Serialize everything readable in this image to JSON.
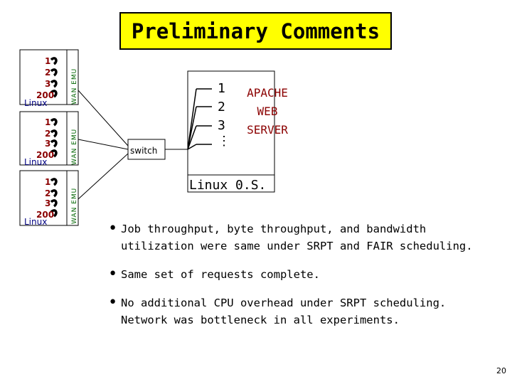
{
  "title": "Preliminary Comments",
  "clients": [
    {
      "nums": [
        "1",
        "2",
        "3",
        "200"
      ],
      "os": "Linux",
      "wan": "WAN EMU"
    },
    {
      "nums": [
        "1",
        "2",
        "3",
        "200"
      ],
      "os": "Linux",
      "wan": "WAN EMU"
    },
    {
      "nums": [
        "1",
        "2",
        "3",
        "200"
      ],
      "os": "Linux",
      "wan": "WAN EMU"
    }
  ],
  "switch_label": "switch",
  "server": {
    "nums": [
      "1",
      "2",
      "3",
      "⋮"
    ],
    "line1": "APACHE",
    "line2": "WEB",
    "line3": "SERVER",
    "os": "Linux 0.S."
  },
  "bullets": [
    {
      "line1": "Job throughput, byte throughput, and bandwidth",
      "line2": "utilization were same under SRPT and FAIR scheduling."
    },
    {
      "line1": "Same set of requests complete.",
      "line2": ""
    },
    {
      "line1": "No additional CPU overhead under SRPT scheduling.",
      "line2": "Network was bottleneck in all experiments."
    }
  ],
  "page_number": "20",
  "colors": {
    "title_bg": "#ffff00",
    "client_num": "#8b0000",
    "wan": "#006400",
    "server_text": "#8b0000"
  }
}
